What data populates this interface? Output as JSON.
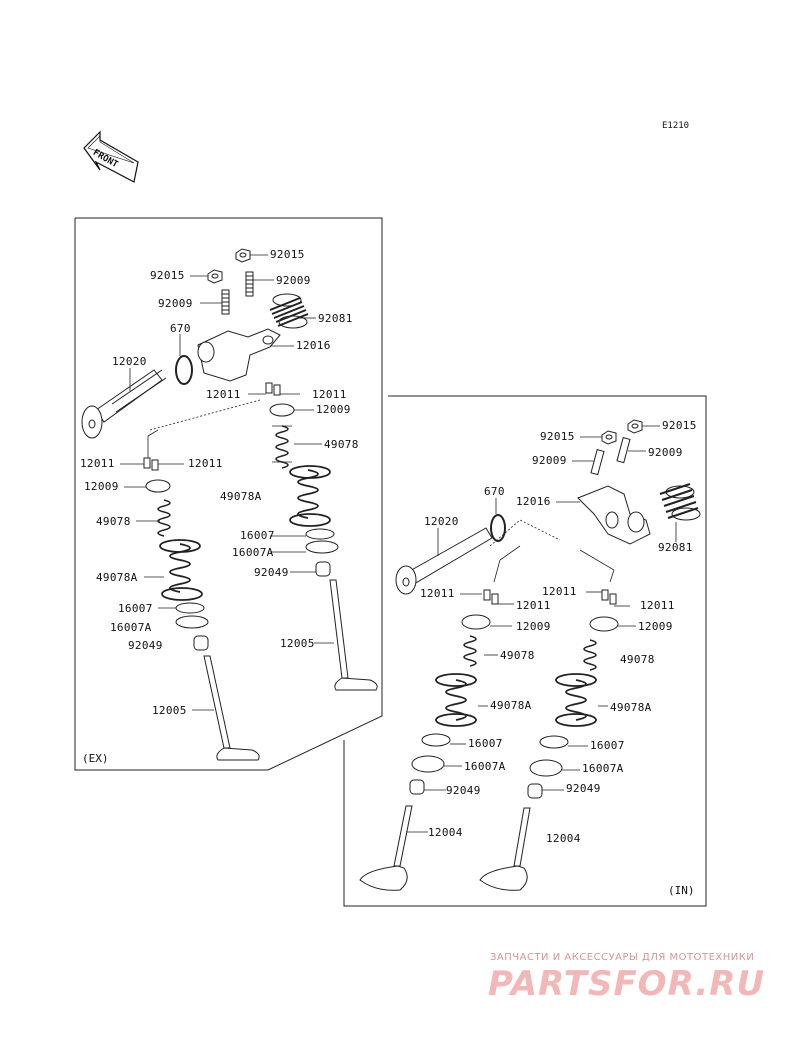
{
  "diagram_code": "E1210",
  "front_label": "FRONT",
  "ex": {
    "tag": "(EX)",
    "labels": {
      "nut_top": "92015",
      "nut_left": "92015",
      "stud_right": "92009",
      "stud_left": "92009",
      "spring_plug": "92081",
      "oring": "670",
      "camshaft": "12020",
      "rocker": "12016",
      "keeper_left_a": "12011",
      "keeper_right_a": "12011",
      "retainer_right": "12009",
      "spring_inner_right": "49078",
      "keeper_left_b": "12011",
      "keeper_left_c": "12011",
      "retainer_left": "12009",
      "spring_outer_mid": "49078A",
      "spring_inner_left": "49078",
      "seat_right": "16007",
      "seat_right_b": "16007A",
      "seal_right": "92049",
      "spring_outer_left": "49078A",
      "seat_left": "16007",
      "seat_left_b": "16007A",
      "seal_left": "92049",
      "valve_right": "12005",
      "valve_left": "12005"
    }
  },
  "in": {
    "tag": "(IN)",
    "labels": {
      "nut_left": "92015",
      "nut_right": "92015",
      "stud_left": "92009",
      "stud_right": "92009",
      "oring": "670",
      "rocker": "12016",
      "camshaft": "12020",
      "spring_plug": "92081",
      "keeper_a": "12011",
      "keeper_b": "12011",
      "keeper_c": "12011",
      "keeper_d": "12011",
      "retainer_left": "12009",
      "retainer_right": "12009",
      "spring_inner_left": "49078",
      "spring_inner_right": "49078",
      "spring_outer_left": "49078A",
      "spring_outer_right": "49078A",
      "seat_left": "16007",
      "seat_right": "16007",
      "seat_left_b": "16007A",
      "seat_right_b": "16007A",
      "seal_left": "92049",
      "seal_right": "92049",
      "valve_left": "12004",
      "valve_right": "12004"
    }
  },
  "watermark": {
    "caption": "ЗАПЧАСТИ И АКСЕССУАРЫ ДЛЯ МОТОТЕХНИКИ",
    "logo": "PARTSFOR.RU"
  }
}
